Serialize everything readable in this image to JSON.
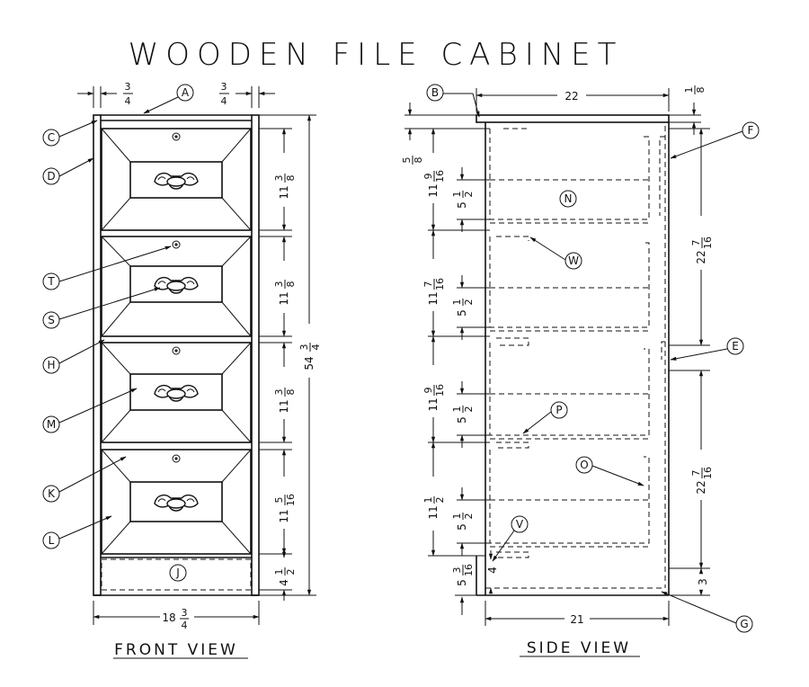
{
  "title": "WOODEN FILE CABINET",
  "views": {
    "front": "FRONT VIEW",
    "side": "SIDE VIEW"
  },
  "callouts": {
    "A": "A",
    "B": "B",
    "C": "C",
    "D": "D",
    "E": "E",
    "F": "F",
    "G": "G",
    "H": "H",
    "J": "J",
    "K": "K",
    "L": "L",
    "M": "M",
    "N": "N",
    "O": "O",
    "P": "P",
    "S": "S",
    "T": "T",
    "V": "V",
    "W": "W"
  },
  "front_dims": {
    "left_margin": {
      "n": "3",
      "d": "4"
    },
    "right_margin": {
      "n": "3",
      "d": "4"
    },
    "drawer1": {
      "w": "11",
      "n": "3",
      "d": "8"
    },
    "drawer2": {
      "w": "11",
      "n": "3",
      "d": "8"
    },
    "drawer3": {
      "w": "11",
      "n": "3",
      "d": "8"
    },
    "drawer4": {
      "w": "11",
      "n": "5",
      "d": "16"
    },
    "base": {
      "w": "4",
      "n": "1",
      "d": "2"
    },
    "height": {
      "w": "54",
      "n": "3",
      "d": "4"
    },
    "width": {
      "w": "18",
      "n": "3",
      "d": "4"
    }
  },
  "side_dims": {
    "top_width": "22",
    "top_thick": {
      "w": "",
      "n": "1",
      "d": "8"
    },
    "top_gap": {
      "w": "",
      "n": "5",
      "d": "8"
    },
    "d1_front": {
      "w": "11",
      "n": "9",
      "d": "16"
    },
    "d1_inner": {
      "w": "5",
      "n": "1",
      "d": "2"
    },
    "d2_front": {
      "w": "11",
      "n": "7",
      "d": "16"
    },
    "d2_inner": {
      "w": "5",
      "n": "1",
      "d": "2"
    },
    "d3_front": {
      "w": "11",
      "n": "9",
      "d": "16"
    },
    "d3_inner": {
      "w": "5",
      "n": "1",
      "d": "2"
    },
    "d4_front": {
      "w": "11",
      "n": "1",
      "d": "2"
    },
    "d4_inner": {
      "w": "5",
      "n": "1",
      "d": "2"
    },
    "base": {
      "w": "5",
      "n": "3",
      "d": "16"
    },
    "base_inner": "4",
    "rail_upper": {
      "w": "22",
      "n": "7",
      "d": "16"
    },
    "rail_lower": {
      "w": "22",
      "n": "7",
      "d": "16"
    },
    "bottom_right": "3",
    "bottom_width": "21"
  }
}
